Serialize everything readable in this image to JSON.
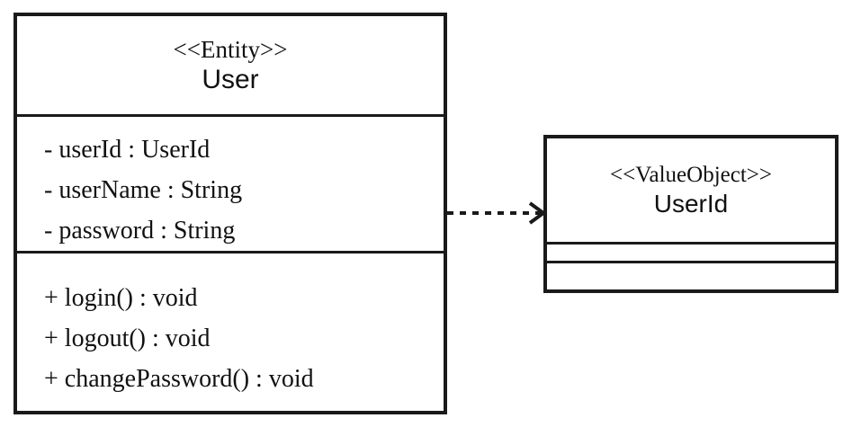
{
  "diagram": {
    "type": "uml-class-diagram",
    "background_color": "#ffffff",
    "line_color": "#1a1a1a",
    "text_color": "#111111",
    "classes": [
      {
        "id": "user",
        "stereotype": "<<Entity>>",
        "name": "User",
        "attributes": [
          "- userId : UserId",
          "- userName : String",
          "- password : String"
        ],
        "operations": [
          "+ login() : void",
          "+ logout() : void",
          "+ changePassword() : void"
        ]
      },
      {
        "id": "userid",
        "stereotype": "<<ValueObject>>",
        "name": "UserId",
        "attributes": [],
        "operations": []
      }
    ],
    "relationships": [
      {
        "id": "user-to-userid",
        "kind": "dependency",
        "line_style": "dashed",
        "arrowhead": "open",
        "source": "User",
        "target": "UserId"
      }
    ]
  }
}
